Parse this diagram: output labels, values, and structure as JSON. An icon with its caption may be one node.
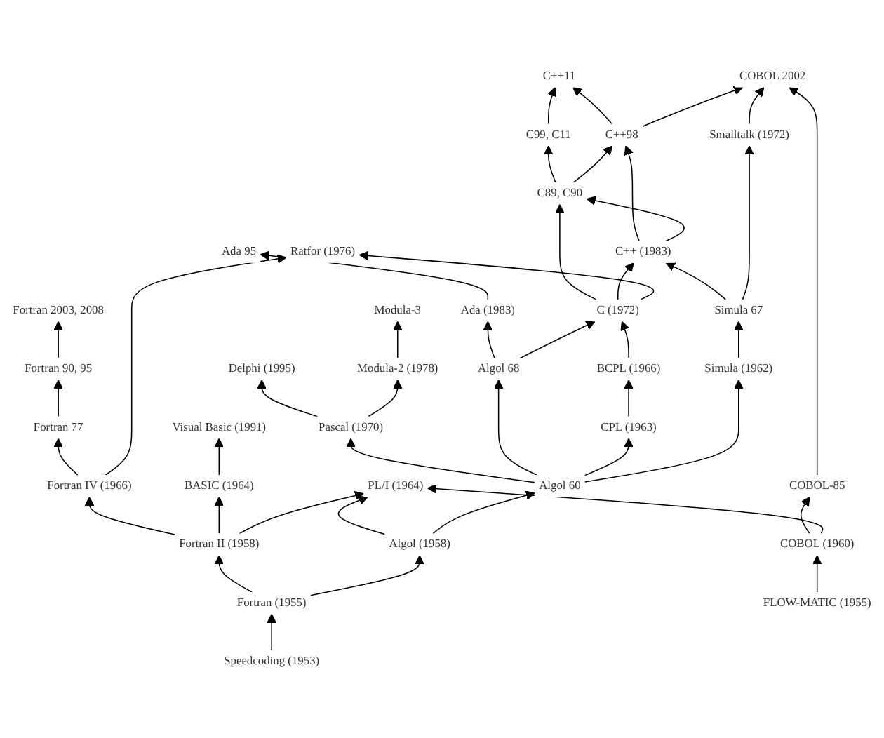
{
  "diagram": {
    "nodes": [
      {
        "text": [
          "C++11"
        ]
      },
      {
        "text": [
          "COBOL 2002"
        ]
      },
      {
        "text": [
          "Fortran 2003, 2008"
        ]
      },
      {
        "text": [
          "C99, C11"
        ]
      },
      {
        "text": [
          "C++98"
        ]
      },
      {
        "text": [
          "Fortran 90, 95"
        ]
      },
      {
        "text": [
          "Visual Basic (1991)"
        ]
      },
      {
        "text": [
          "C89, C90"
        ]
      },
      {
        "text": [
          "Ada 95"
        ]
      },
      {
        "text": [
          "Delphi (1995)"
        ]
      },
      {
        "text": [
          "C++ (1983)"
        ]
      },
      {
        "text": [
          "Ada (1983)"
        ]
      },
      {
        "text": [
          "Modula-3"
        ]
      },
      {
        "text": [
          "COBOL-85"
        ]
      },
      {
        "text": [
          "Fortran 77"
        ]
      },
      {
        "text": [
          "Ratfor (1976)"
        ]
      },
      {
        "text": [
          "Modula-2 (1978)"
        ]
      },
      {
        "text": [
          "C (1972)"
        ]
      },
      {
        "text": [
          "Smalltalk (1972)"
        ]
      },
      {
        "text": [
          "Pascal (1970)"
        ]
      },
      {
        "text": [
          "Fortran IV (1966)"
        ]
      },
      {
        "text": [
          "BASIC (1964)"
        ]
      },
      {
        "text": [
          "BCPL (1966)"
        ]
      },
      {
        "text": [
          "Simula 67"
        ]
      },
      {
        "text": [
          "Algol 68"
        ]
      },
      {
        "text": [
          "CPL (1963)"
        ]
      },
      {
        "text": [
          "Simula (1962)"
        ]
      },
      {
        "text": [
          "Algol 60"
        ]
      },
      {
        "text": [
          "PL/I (1964)"
        ]
      },
      {
        "text": [
          "Fortran II (1958)"
        ]
      },
      {
        "text": [
          "Algol (1958)"
        ]
      },
      {
        "text": [
          "COBOL (1960)"
        ]
      },
      {
        "text": [
          "Fortran (1955)"
        ]
      },
      {
        "text": [
          "Speedcoding (1953)"
        ]
      },
      {
        "text": [
          "FLOW-MATIC (1955)"
        ]
      }
    ],
    "edges": [
      {
        "from": 3,
        "to": 0,
        "arrow": "to"
      },
      {
        "from": 4,
        "to": 0,
        "arrow": "to"
      },
      {
        "from": 4,
        "to": 1,
        "arrow": "to"
      },
      {
        "from": 18,
        "to": 1,
        "arrow": "to"
      },
      {
        "from": 13,
        "to": 1,
        "arrow": "to"
      },
      {
        "from": 5,
        "to": 2,
        "arrow": "to"
      },
      {
        "from": 7,
        "to": 3,
        "arrow": "to"
      },
      {
        "from": 7,
        "to": 4,
        "arrow": "to"
      },
      {
        "from": 10,
        "to": 4,
        "arrow": "to"
      },
      {
        "from": 14,
        "to": 5,
        "arrow": "to"
      },
      {
        "from": 21,
        "to": 6,
        "arrow": "to"
      },
      {
        "from": 17,
        "to": 7,
        "arrow": "to"
      },
      {
        "from": 10,
        "to": 7,
        "arrow": "to"
      },
      {
        "from": 11,
        "to": 8,
        "arrow": "to"
      },
      {
        "from": 19,
        "to": 9,
        "arrow": "to"
      },
      {
        "from": 17,
        "to": 10,
        "arrow": "to"
      },
      {
        "from": 23,
        "to": 10,
        "arrow": "to"
      },
      {
        "from": 24,
        "to": 11,
        "arrow": "to"
      },
      {
        "from": 16,
        "to": 12,
        "arrow": "to"
      },
      {
        "from": 31,
        "to": 13,
        "arrow": "to"
      },
      {
        "from": 20,
        "to": 14,
        "arrow": "to"
      },
      {
        "from": 20,
        "to": 15,
        "arrow": "to"
      },
      {
        "from": 17,
        "to": 15,
        "arrow": "to"
      },
      {
        "from": 19,
        "to": 16,
        "arrow": "to"
      },
      {
        "from": 22,
        "to": 17,
        "arrow": "to"
      },
      {
        "from": 24,
        "to": 17,
        "arrow": "to"
      },
      {
        "from": 23,
        "to": 18,
        "arrow": "to"
      },
      {
        "from": 27,
        "to": 19,
        "arrow": "to"
      },
      {
        "from": 29,
        "to": 20,
        "arrow": "to"
      },
      {
        "from": 29,
        "to": 21,
        "arrow": "to"
      },
      {
        "from": 25,
        "to": 22,
        "arrow": "to"
      },
      {
        "from": 26,
        "to": 23,
        "arrow": "to"
      },
      {
        "from": 27,
        "to": 24,
        "arrow": "to"
      },
      {
        "from": 27,
        "to": 25,
        "arrow": "to"
      },
      {
        "from": 27,
        "to": 26,
        "arrow": "to"
      },
      {
        "from": 29,
        "to": 28,
        "arrow": "to"
      },
      {
        "from": 30,
        "to": 28,
        "arrow": "to"
      },
      {
        "from": 31,
        "to": 28,
        "arrow": "to"
      },
      {
        "from": 30,
        "to": 27,
        "arrow": "to"
      },
      {
        "from": 32,
        "to": 29,
        "arrow": "to"
      },
      {
        "from": 32,
        "to": 30,
        "arrow": "to"
      },
      {
        "from": 33,
        "to": 32,
        "arrow": "to"
      },
      {
        "from": 34,
        "to": 31,
        "arrow": "to"
      }
    ]
  }
}
